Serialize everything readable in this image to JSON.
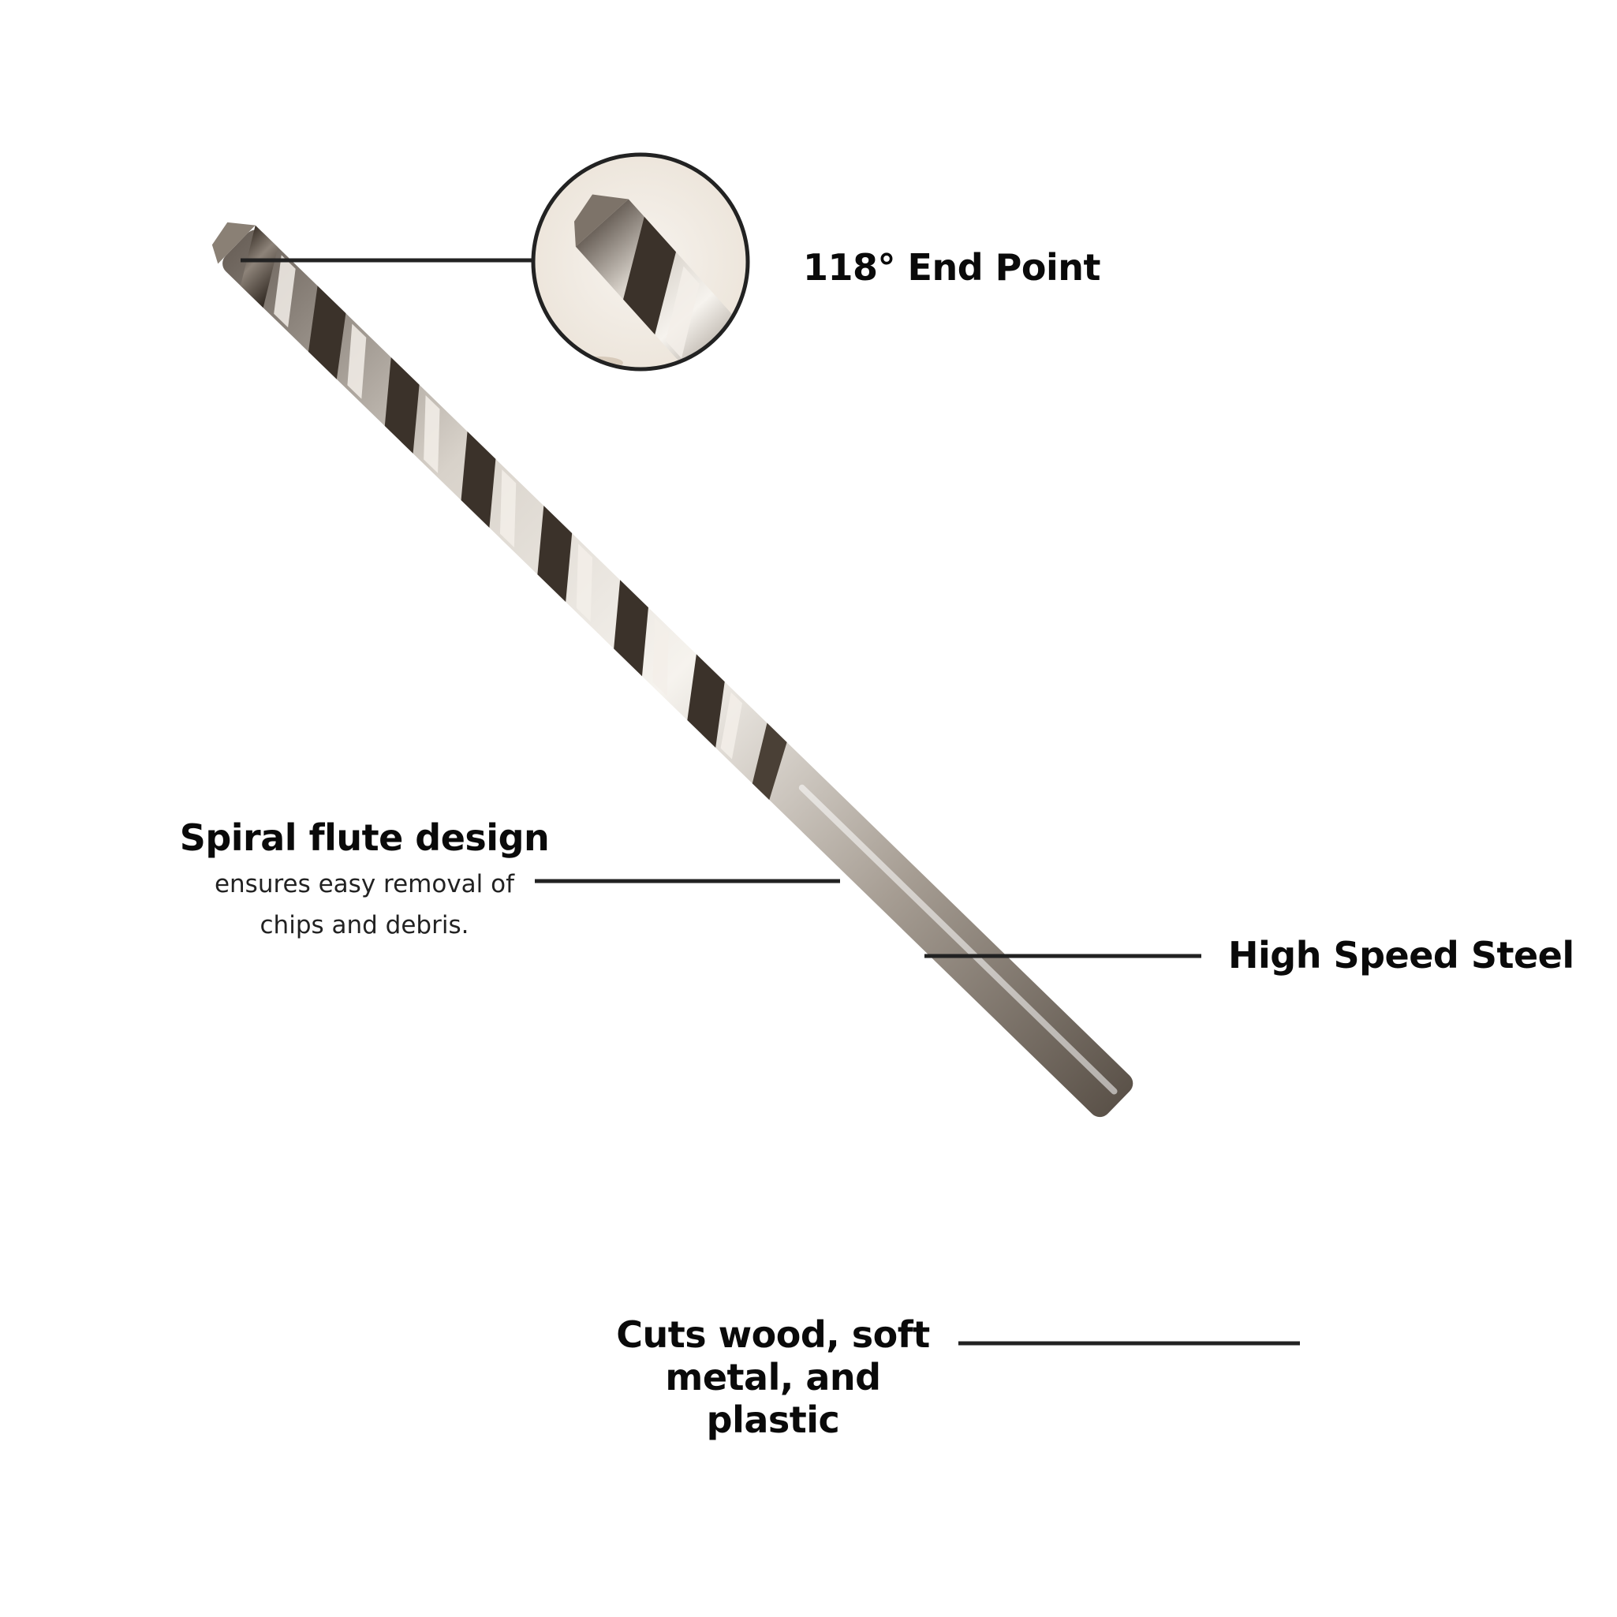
{
  "callouts": {
    "end_point": {
      "title": "118° End Point"
    },
    "spiral_flute": {
      "title": "Spiral flute design",
      "line1": "ensures easy removal of",
      "line2": "chips and debris."
    },
    "high_speed_steel": {
      "title": "High Speed Steel"
    },
    "cuts": {
      "line1": "Cuts wood, soft",
      "line2": "metal, and plastic"
    }
  },
  "colors": {
    "text": "#0a0a0a",
    "leader_line": "#222222",
    "steel_light": "#e8e4de",
    "steel_dark": "#4a4036",
    "background": "#ffffff"
  },
  "icons": {
    "product": "drill-bit-illustration",
    "zoom": "end-point-zoom-circle"
  }
}
